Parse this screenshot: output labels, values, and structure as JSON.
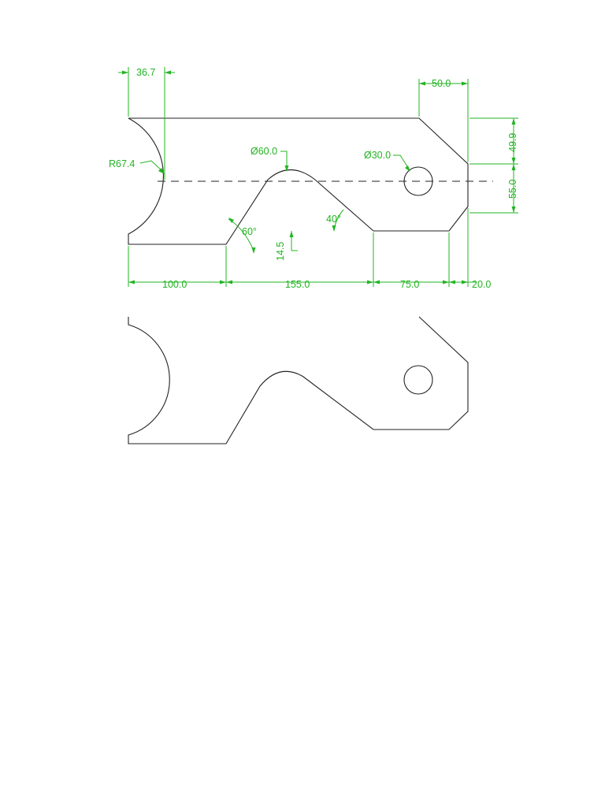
{
  "colors": {
    "outline": "#222222",
    "dimension": "#22b422",
    "background": "#ffffff"
  },
  "dimensions": {
    "top_left_offset": "36.7",
    "top_right_width": "50.0",
    "radius": "R67.4",
    "large_hole": "Ø60.0",
    "small_hole": "Ø30.0",
    "right_upper_height": "49.9",
    "right_lower_height": "55.0",
    "angle_left": "60°",
    "angle_right": "40°",
    "step_height": "14.5",
    "bottom_seg_1": "100.0",
    "bottom_seg_2": "155.0",
    "bottom_seg_3": "75.0",
    "bottom_seg_4": "20.0"
  }
}
